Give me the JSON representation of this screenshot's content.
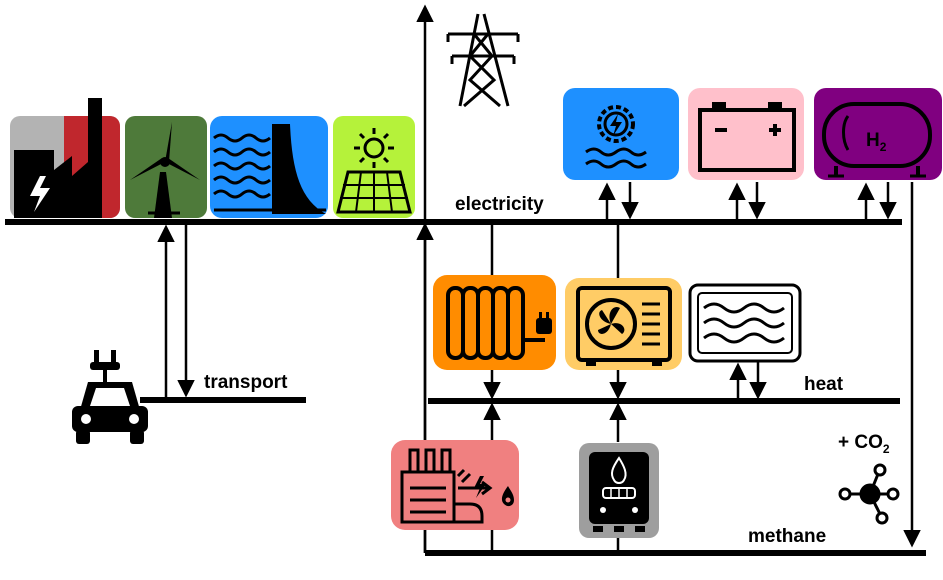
{
  "labels": {
    "electricity": "electricity",
    "transport": "transport",
    "heat": "heat",
    "methane": "methane",
    "co2_prefix": "+ CO",
    "co2_sub": "2",
    "h2_main": "H",
    "h2_sub": "2"
  },
  "icons": {
    "power_plant": "power-plant-icon",
    "wind_turbine": "wind-turbine-icon",
    "hydro_dam": "hydro-dam-icon",
    "solar_panel": "solar-panel-icon",
    "transmission_tower": "transmission-tower-icon",
    "hydro_turbine": "hydro-turbine-icon",
    "battery": "battery-icon",
    "hydrogen_tank": "hydrogen-tank-icon",
    "electric_car": "electric-car-icon",
    "electric_heater": "electric-heater-icon",
    "heat_pump": "heat-pump-icon",
    "heat_storage": "heat-storage-icon",
    "chp_plant": "chp-plant-icon",
    "gas_boiler": "gas-boiler-icon",
    "co2_molecule": "co2-molecule-icon"
  },
  "colors": {
    "power_plant_grey": "#b3b3b3",
    "power_plant_red": "#c0272d",
    "wind_green": "#4e7a3a",
    "hydro_blue": "#1e90ff",
    "solar_lime": "#b5f23a",
    "battery_pink": "#ffc0cb",
    "hydrogen_purple": "#800080",
    "heater_orange": "#ff8c00",
    "heatpump_gold": "#ffcc66",
    "chp_salmon": "#f08080",
    "boiler_grey": "#9e9e9e"
  }
}
